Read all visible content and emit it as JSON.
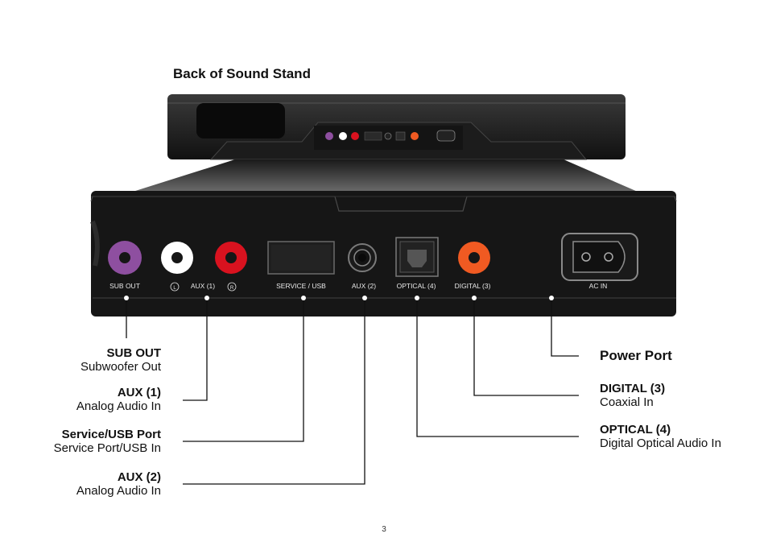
{
  "page": {
    "title": "Back of Sound Stand",
    "page_number": "3"
  },
  "panel": {
    "labels": {
      "sub_out": "SUB OUT",
      "aux1": "AUX (1)",
      "aux1_left": "L",
      "aux1_right": "R",
      "service_usb": "SERVICE / USB",
      "aux2": "AUX (2)",
      "optical": "OPTICAL (4)",
      "digital": "DIGITAL (3)",
      "ac_in": "AC IN"
    },
    "colors": {
      "sub_out": "#8e4fa0",
      "aux_left": "#ffffff",
      "aux_right": "#d9121f",
      "digital": "#f05a22",
      "panel": "#161616"
    }
  },
  "callouts": {
    "sub_out": {
      "title": "SUB OUT",
      "subtitle": "Subwoofer Out"
    },
    "aux1": {
      "title": "AUX (1)",
      "subtitle": "Analog Audio In"
    },
    "service_usb": {
      "title": "Service/USB Port",
      "subtitle": "Service Port/USB In"
    },
    "aux2": {
      "title": "AUX (2)",
      "subtitle": "Analog Audio In"
    },
    "power": {
      "title": "Power Port"
    },
    "digital": {
      "title": "DIGITAL (3)",
      "subtitle": "Coaxial In"
    },
    "optical": {
      "title": "OPTICAL (4)",
      "subtitle": "Digital Optical Audio In"
    }
  }
}
